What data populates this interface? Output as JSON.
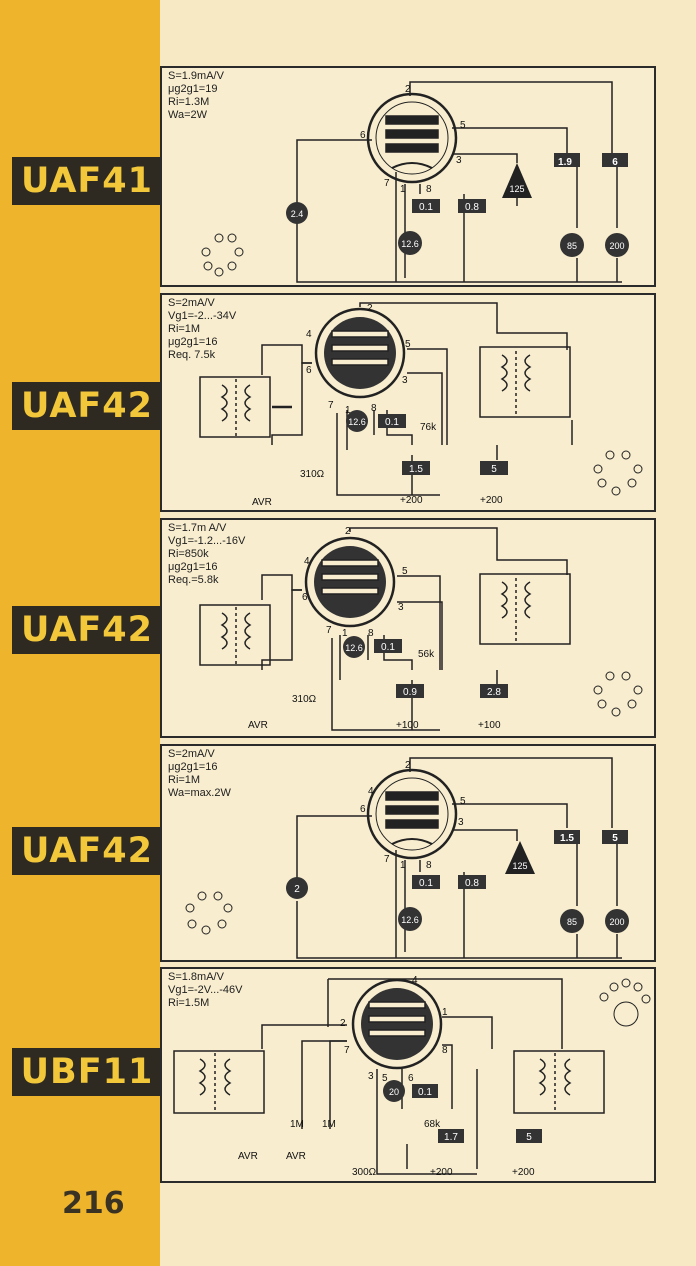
{
  "page_number": "216",
  "tubes": [
    {
      "name": "UAF41",
      "specs": [
        "S=1.9mA/V",
        "μg2g1=19",
        "Ri=1.3M",
        "Wa=2W"
      ],
      "pins": [
        "2",
        "5",
        "6",
        "3",
        "7",
        "1",
        "8"
      ],
      "values": [
        "1.9",
        "6",
        "2.4",
        "0.1",
        "0.8",
        "125",
        "12.6",
        "85",
        "200"
      ]
    },
    {
      "name": "UAF42",
      "specs": [
        "S=2mA/V",
        "Vg1=-2...-34V",
        "Ri=1M",
        "μg2g1=16",
        "Req. 7.5k"
      ],
      "pins": [
        "2",
        "4",
        "5",
        "6",
        "3",
        "7",
        "1",
        "8"
      ],
      "values": [
        "12.6",
        "0.1",
        "76k",
        "310Ω",
        "1.5",
        "5",
        "AVR",
        "+200",
        "+200"
      ]
    },
    {
      "name": "UAF42",
      "specs": [
        "S=1.7m A/V",
        "Vg1=-1.2...-16V",
        "Ri=850k",
        "μg2g1=16",
        "Req.=5.8k"
      ],
      "pins": [
        "2",
        "4",
        "5",
        "6",
        "3",
        "7",
        "1",
        "8"
      ],
      "values": [
        "12.6",
        "0.1",
        "56k",
        "310Ω",
        "0.9",
        "2.8",
        "AVR",
        "+100",
        "+100"
      ]
    },
    {
      "name": "UAF42",
      "specs": [
        "S=2mA/V",
        "μg2g1=16",
        "Ri=1M",
        "Wa=max.2W"
      ],
      "pins": [
        "2",
        "4",
        "6",
        "5",
        "3",
        "7",
        "1",
        "8"
      ],
      "values": [
        "1.5",
        "5",
        "2",
        "0.1",
        "0.8",
        "125",
        "12.6",
        "85",
        "200"
      ]
    },
    {
      "name": "UBF11",
      "specs": [
        "S=1.8mA/V",
        "Vg1=-2V...-46V",
        "Ri=1.5M"
      ],
      "pins": [
        "4",
        "2",
        "1",
        "7",
        "8",
        "3",
        "5",
        "6"
      ],
      "values": [
        "20",
        "0.1",
        "68k",
        "1.7",
        "5",
        "300Ω",
        "1M",
        "1M",
        "AVR",
        "AVR",
        "+200",
        "+200"
      ]
    }
  ]
}
